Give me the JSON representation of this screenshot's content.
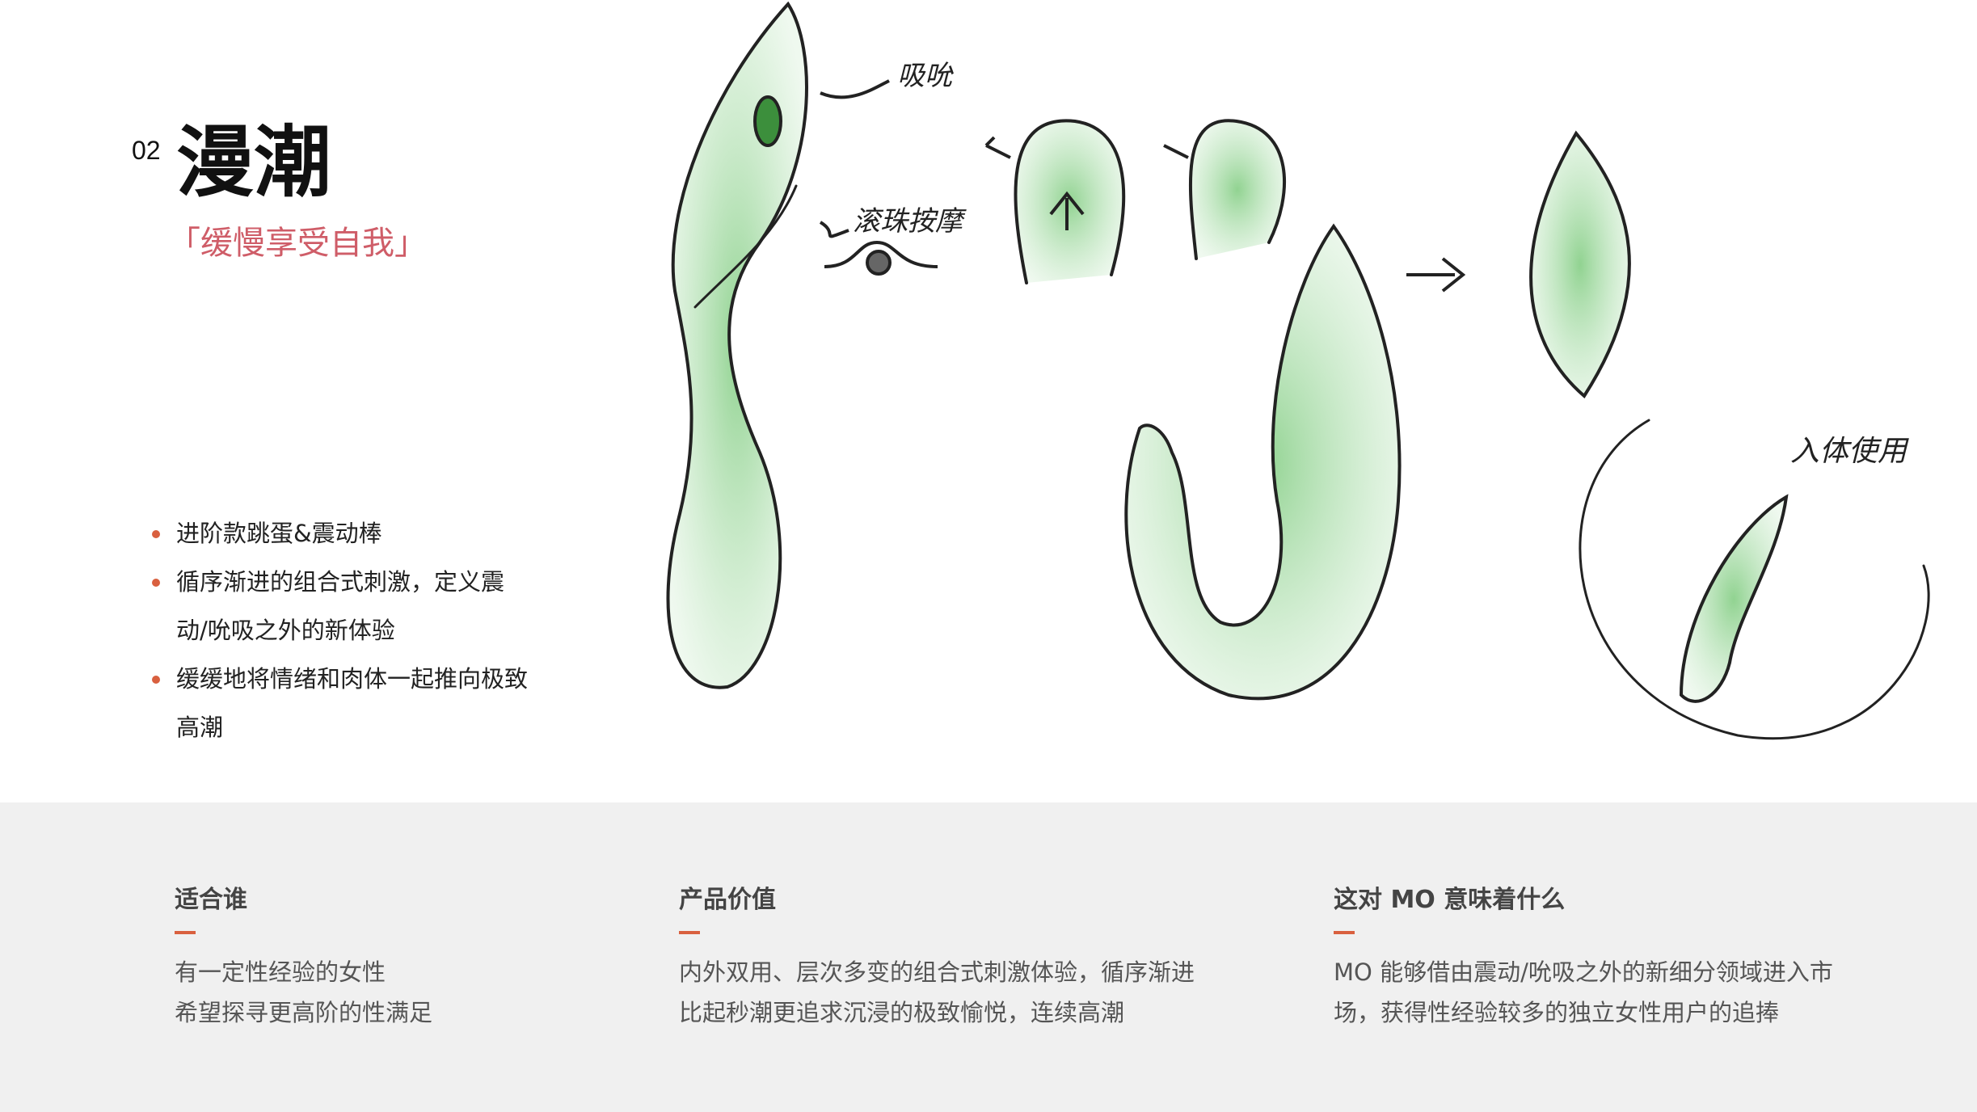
{
  "header": {
    "number": "02",
    "title": "漫潮",
    "subtitle": "「缓慢享受自我」"
  },
  "bullets": [
    {
      "text": "进阶款跳蛋&震动棒"
    },
    {
      "text": "循序渐进的组合式刺激，定义震动/吮吸之外的新体验"
    },
    {
      "text": "缓缓地将情绪和肉体一起推向极致高潮"
    }
  ],
  "sketch": {
    "notes": [
      "吸吮",
      "滚珠按摩",
      "入体使用"
    ],
    "accent": "#6cc46c"
  },
  "columns": [
    {
      "heading": "适合谁",
      "lines": [
        "有一定性经验的女性",
        "希望探寻更高阶的性满足"
      ]
    },
    {
      "heading": "产品价值",
      "lines": [
        "内外双用、层次多变的组合式刺激体验，循序渐进",
        "比起秒潮更追求沉浸的极致愉悦，连续高潮"
      ]
    },
    {
      "heading": "这对 MO 意味着什么",
      "lines": [
        "MO 能够借由震动/吮吸之外的新细分领域进入市",
        "场，获得性经验较多的独立女性用户的追捧"
      ]
    }
  ],
  "colors": {
    "accent": "#d9603f",
    "subtitle": "#cf5d68",
    "band": "#f0f0f0"
  }
}
